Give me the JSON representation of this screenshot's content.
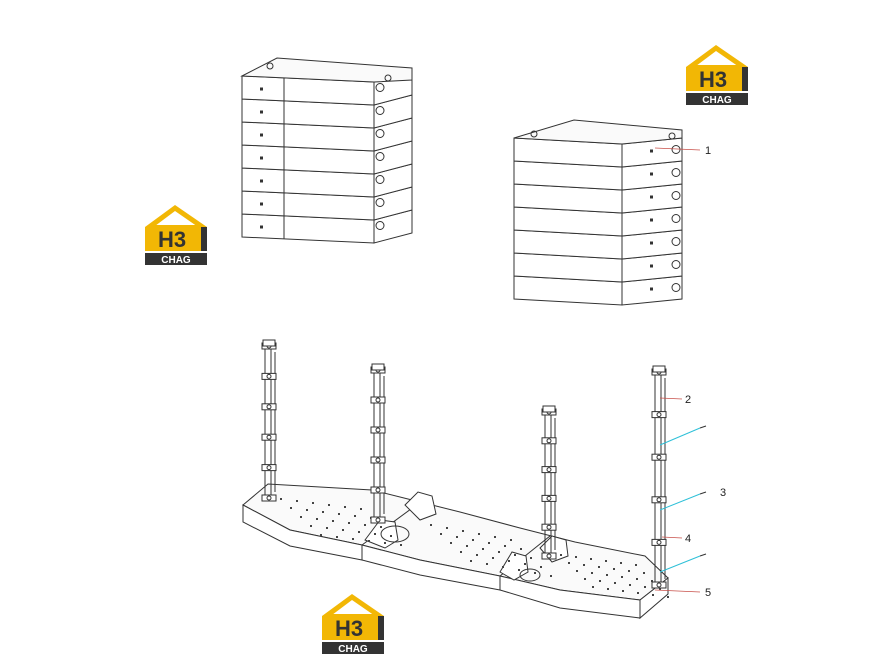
{
  "logo": {
    "main": "H3",
    "sub": "CHAG",
    "colors": {
      "yellow": "#F2B705",
      "dark": "#333333"
    }
  },
  "callouts": [
    "1",
    "2",
    "3",
    "4",
    "5"
  ],
  "colors": {
    "leader_red": "#c8504a",
    "leader_cyan": "#2ec0d8",
    "line": "#333333"
  }
}
